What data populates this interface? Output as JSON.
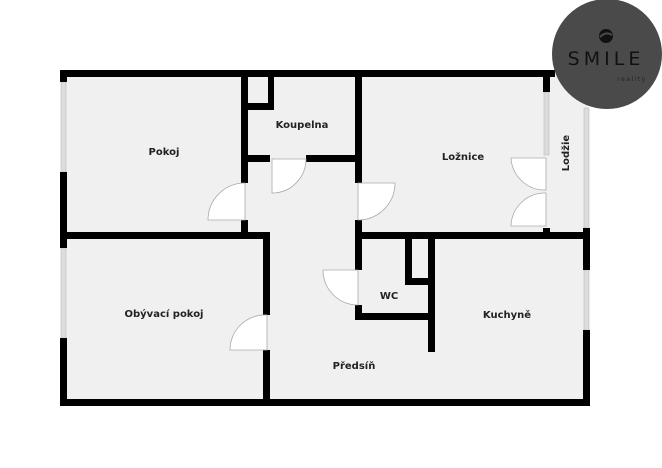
{
  "logo": {
    "brand": "SMILE",
    "sub": "reality",
    "color": "#4a4a4a"
  },
  "rooms": {
    "pokoj": "Pokoj",
    "koupelna": "Koupelna",
    "loznice": "Ložnice",
    "lodzie": "Lodžie",
    "obyvaci": "Obývací pokoj",
    "wc": "WC",
    "kuchyne": "Kuchyně",
    "predsin": "Předsíň"
  },
  "colors": {
    "floor": "#f0f0f0",
    "wall": "#000000"
  }
}
